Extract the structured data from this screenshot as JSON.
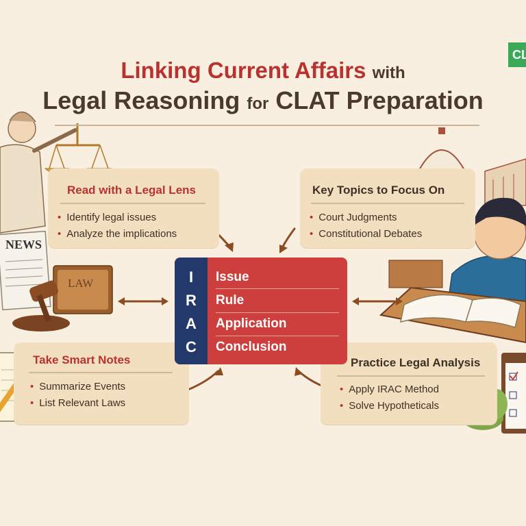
{
  "header": {
    "title_line1": "Linking Current Affairs",
    "title_line1_connector": "with",
    "title_line2_a": "Legal Reasoning",
    "title_line2_connector": "for",
    "title_line2_b": "CLAT Preparation",
    "corner_badge": "CL"
  },
  "cards": {
    "read": {
      "heading": "Read with a Legal Lens",
      "items": [
        "Identify legal issues",
        "Analyze the implications"
      ]
    },
    "topics": {
      "heading": "Key Topics to Focus On",
      "items": [
        "Court Judgments",
        "Constitutional Debates"
      ]
    },
    "notes": {
      "heading": "Take Smart Notes",
      "items": [
        "Summarize Events",
        "List Relevant Laws"
      ]
    },
    "practice": {
      "heading": "Practice Legal Analysis",
      "items": [
        "Apply IRAC Method",
        "Solve Hypotheticals"
      ]
    }
  },
  "irac": [
    {
      "letter": "I",
      "word": "Issue"
    },
    {
      "letter": "R",
      "word": "Rule"
    },
    {
      "letter": "A",
      "word": "Application"
    },
    {
      "letter": "C",
      "word": "Conclusion"
    }
  ],
  "illustration_labels": {
    "newspaper": "NEWS",
    "book": "LAW"
  },
  "colors": {
    "accent_red": "#b8322f",
    "irac_navy": "#23386b",
    "irac_red": "#cc3f3d",
    "card_bg": "#f2dfc0",
    "page_bg": "#f8efe0"
  },
  "icons": [
    "justice-statue-icon",
    "scales-icon",
    "newspaper-icon",
    "gavel-icon",
    "law-book-icon",
    "notepad-icon",
    "pencil-icon",
    "parliament-dome-icon",
    "building-icon",
    "student-illustration",
    "open-book-icon",
    "checklist-icon",
    "plant-icon",
    "arrow-icon"
  ]
}
